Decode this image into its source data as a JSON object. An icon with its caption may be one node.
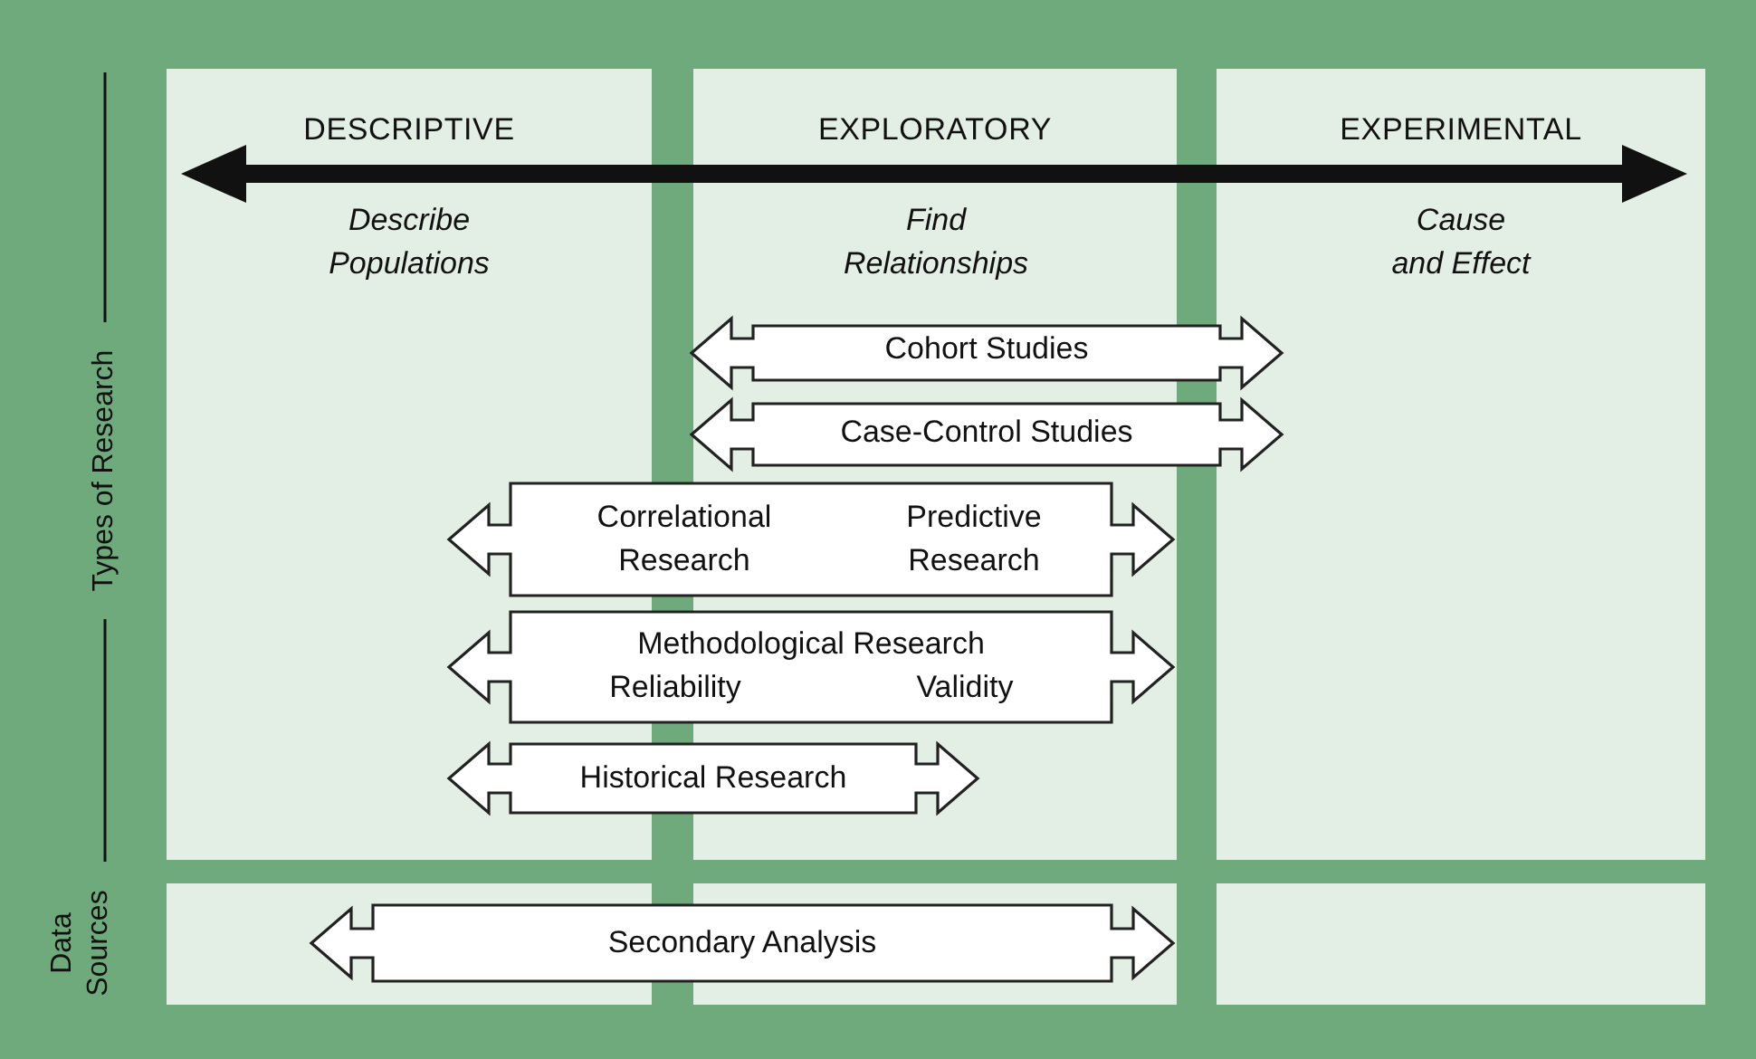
{
  "diagram": {
    "nodes": [
      {
        "text": [
          "DESCRIPTIVE",
          "Describe Populations"
        ]
      },
      {
        "text": [
          "EXPLORATORY",
          "Find Relationships"
        ]
      },
      {
        "text": [
          "EXPERIMENTAL",
          "Cause and Effect"
        ]
      },
      {
        "text": [
          "Cohort Studies"
        ]
      },
      {
        "text": [
          "Case-Control Studies"
        ]
      },
      {
        "text": [
          "Correlational Research",
          "Predictive Research"
        ]
      },
      {
        "text": [
          "Methodological Research",
          "Reliability",
          "Validity"
        ]
      },
      {
        "text": [
          "Historical Research"
        ]
      },
      {
        "text": [
          "Secondary Analysis"
        ]
      }
    ],
    "labels": [
      "Types of Research",
      "Data Sources"
    ]
  }
}
